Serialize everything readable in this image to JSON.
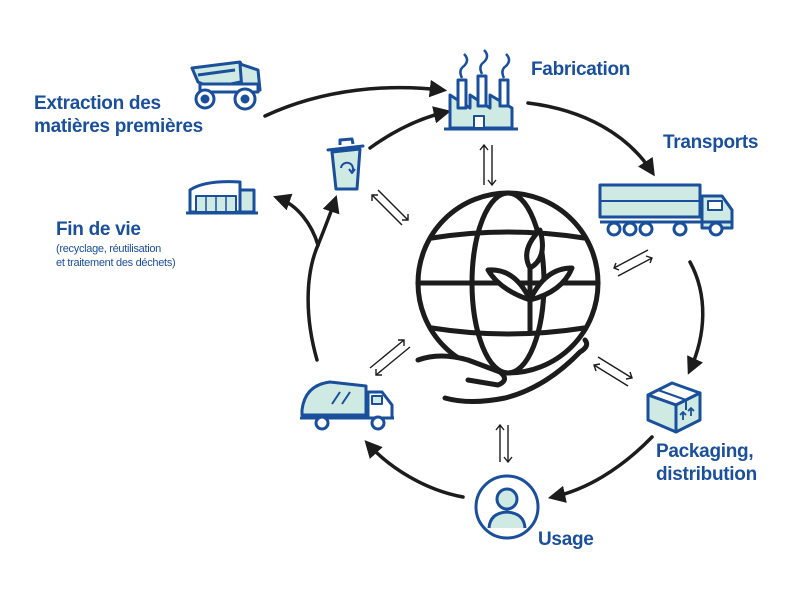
{
  "colors": {
    "ink": "#1c1c1c",
    "blue": "#1a4f9c",
    "fill": "#cfe9e3"
  },
  "stages": {
    "extraction": {
      "line1": "Extraction des",
      "line2": "matières premières",
      "icon": "mining-truck-icon"
    },
    "fabrication": {
      "label": "Fabrication",
      "icon": "factory-icon"
    },
    "transports": {
      "label": "Transports",
      "icon": "semi-truck-icon"
    },
    "packaging": {
      "line1": "Packaging,",
      "line2": "distribution",
      "icon": "box-icon"
    },
    "usage": {
      "label": "Usage",
      "icon": "user-avatar-icon"
    },
    "collecte": {
      "icon": "garbage-truck-icon"
    },
    "recyclage": {
      "icon": "recycle-bin-icon"
    },
    "fin_de_vie": {
      "label": "Fin de vie",
      "detail_line1": "(recyclage, réutilisation",
      "detail_line2": "et traitement des déchets)",
      "icon": "warehouse-icon"
    }
  },
  "center": {
    "icon": "globe-in-hand-icon"
  }
}
